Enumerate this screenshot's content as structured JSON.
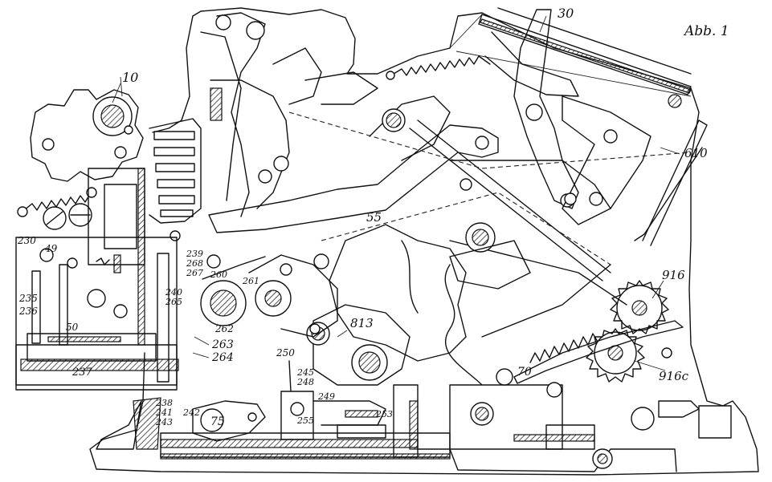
{
  "figure": {
    "caption": "Abb. 1",
    "labels": [
      {
        "id": "l10",
        "text": "10"
      },
      {
        "id": "l30",
        "text": "30"
      },
      {
        "id": "l55",
        "text": "55"
      },
      {
        "id": "l610",
        "text": "610"
      },
      {
        "id": "l916",
        "text": "916"
      },
      {
        "id": "l916c",
        "text": "916c"
      },
      {
        "id": "l813",
        "text": "813"
      },
      {
        "id": "l70",
        "text": "70"
      },
      {
        "id": "l75",
        "text": "75"
      },
      {
        "id": "l230",
        "text": "230"
      },
      {
        "id": "l49",
        "text": "49"
      },
      {
        "id": "l235",
        "text": "235"
      },
      {
        "id": "l236",
        "text": "236"
      },
      {
        "id": "l50",
        "text": "50"
      },
      {
        "id": "l237",
        "text": "237"
      },
      {
        "id": "l238",
        "text": "238"
      },
      {
        "id": "l241",
        "text": "241"
      },
      {
        "id": "l243",
        "text": "243"
      },
      {
        "id": "l239",
        "text": "239"
      },
      {
        "id": "l268",
        "text": "268"
      },
      {
        "id": "l267",
        "text": "267"
      },
      {
        "id": "l260",
        "text": "260"
      },
      {
        "id": "l261",
        "text": "261"
      },
      {
        "id": "l262",
        "text": "262"
      },
      {
        "id": "l263",
        "text": "263"
      },
      {
        "id": "l264",
        "text": "264"
      },
      {
        "id": "l240",
        "text": "240"
      },
      {
        "id": "l265",
        "text": "265"
      },
      {
        "id": "l250",
        "text": "250"
      },
      {
        "id": "l245",
        "text": "245"
      },
      {
        "id": "l248",
        "text": "248"
      },
      {
        "id": "l249",
        "text": "249"
      },
      {
        "id": "l255",
        "text": "255"
      },
      {
        "id": "l253",
        "text": "253"
      },
      {
        "id": "l242",
        "text": "242"
      }
    ]
  }
}
